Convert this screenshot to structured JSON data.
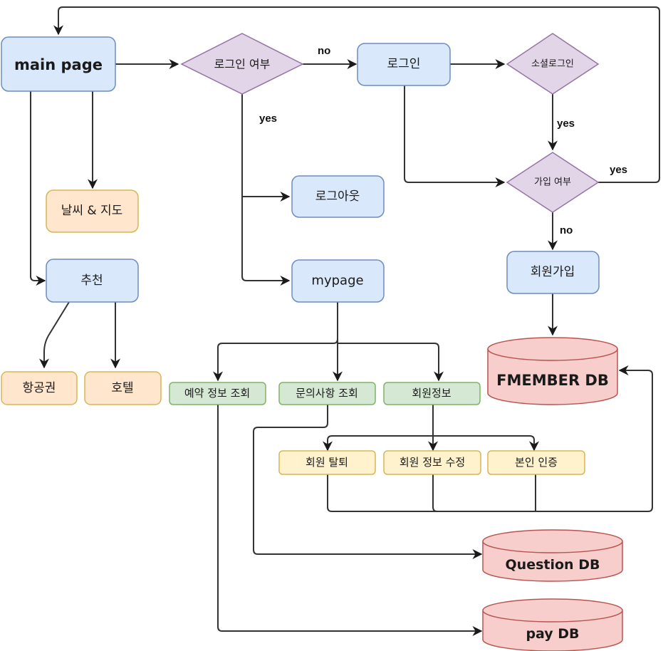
{
  "diagram": {
    "type": "flowchart",
    "colors": {
      "page_fill": "#dae8fc",
      "page_stroke": "#6c8ebf",
      "decision_fill": "#e1d5e7",
      "decision_stroke": "#9673a6",
      "orange_fill": "#ffe6cc",
      "orange_stroke": "#d6b656",
      "green_fill": "#d5e8d4",
      "green_stroke": "#82b366",
      "yellow_fill": "#fff2cc",
      "yellow_stroke": "#d6b656",
      "db_fill": "#f8cecc",
      "db_stroke": "#b85450",
      "edge": "#333333"
    },
    "nodes": {
      "main_page": "main page",
      "login_check": "로그인 여부",
      "login": "로그인",
      "social_login": "소셜로그인",
      "signup_check": "가입 여부",
      "weather_map": "날씨 & 지도",
      "logout": "로그아웃",
      "recommend": "추천",
      "mypage": "mypage",
      "signup": "회원가입",
      "flight": "항공권",
      "hotel": "호텔",
      "reservation_info": "예약 정보 조회",
      "inquiry_view": "문의사항 조회",
      "member_info": "회원정보",
      "fmember_db": "FMEMBER DB",
      "withdraw": "회원 탈퇴",
      "edit_member": "회원 정보 수정",
      "verify": "본인 인증",
      "question_db": "Question DB",
      "pay_db": "pay DB"
    },
    "edge_labels": {
      "login_no": "no",
      "login_yes": "yes",
      "social_yes": "yes",
      "signup_yes": "yes",
      "signup_no": "no"
    }
  }
}
